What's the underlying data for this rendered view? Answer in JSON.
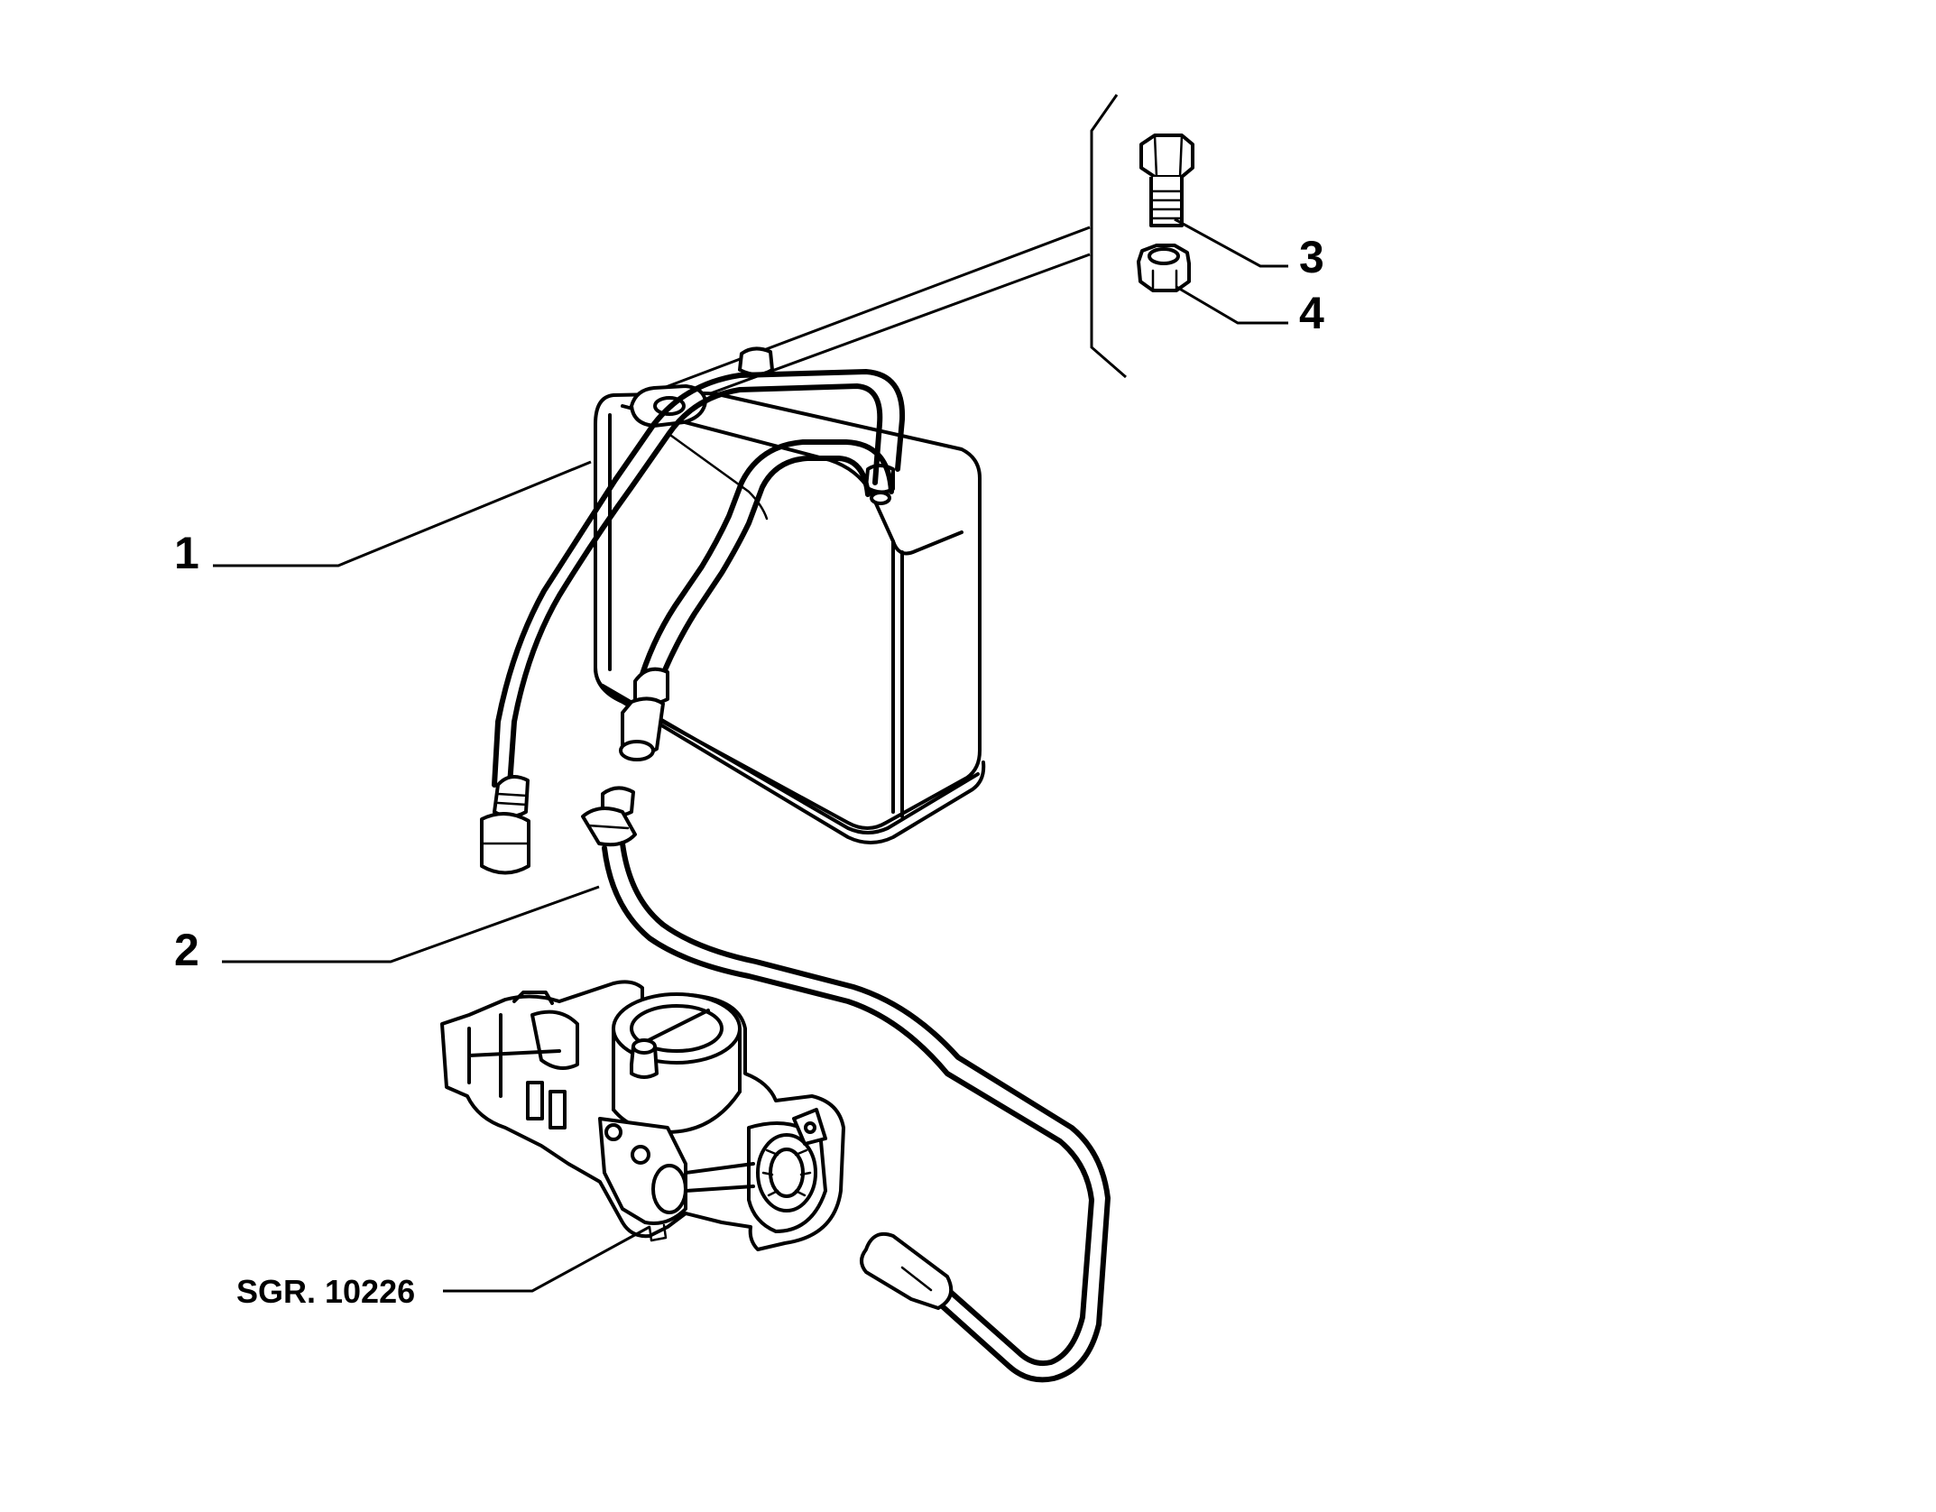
{
  "callouts": [
    {
      "id": "1",
      "label": "1"
    },
    {
      "id": "2",
      "label": "2"
    },
    {
      "id": "3",
      "label": "3"
    },
    {
      "id": "4",
      "label": "4"
    }
  ],
  "reference": {
    "label": "SGR. 10226"
  },
  "parts": [
    {
      "callout": "1",
      "icon": "canister-icon"
    },
    {
      "callout": "2",
      "icon": "pipe-icon"
    },
    {
      "callout": "3",
      "icon": "bolt-icon"
    },
    {
      "callout": "4",
      "icon": "nut-icon"
    },
    {
      "callout": "SGR. 10226",
      "icon": "throttle-body-icon"
    }
  ]
}
